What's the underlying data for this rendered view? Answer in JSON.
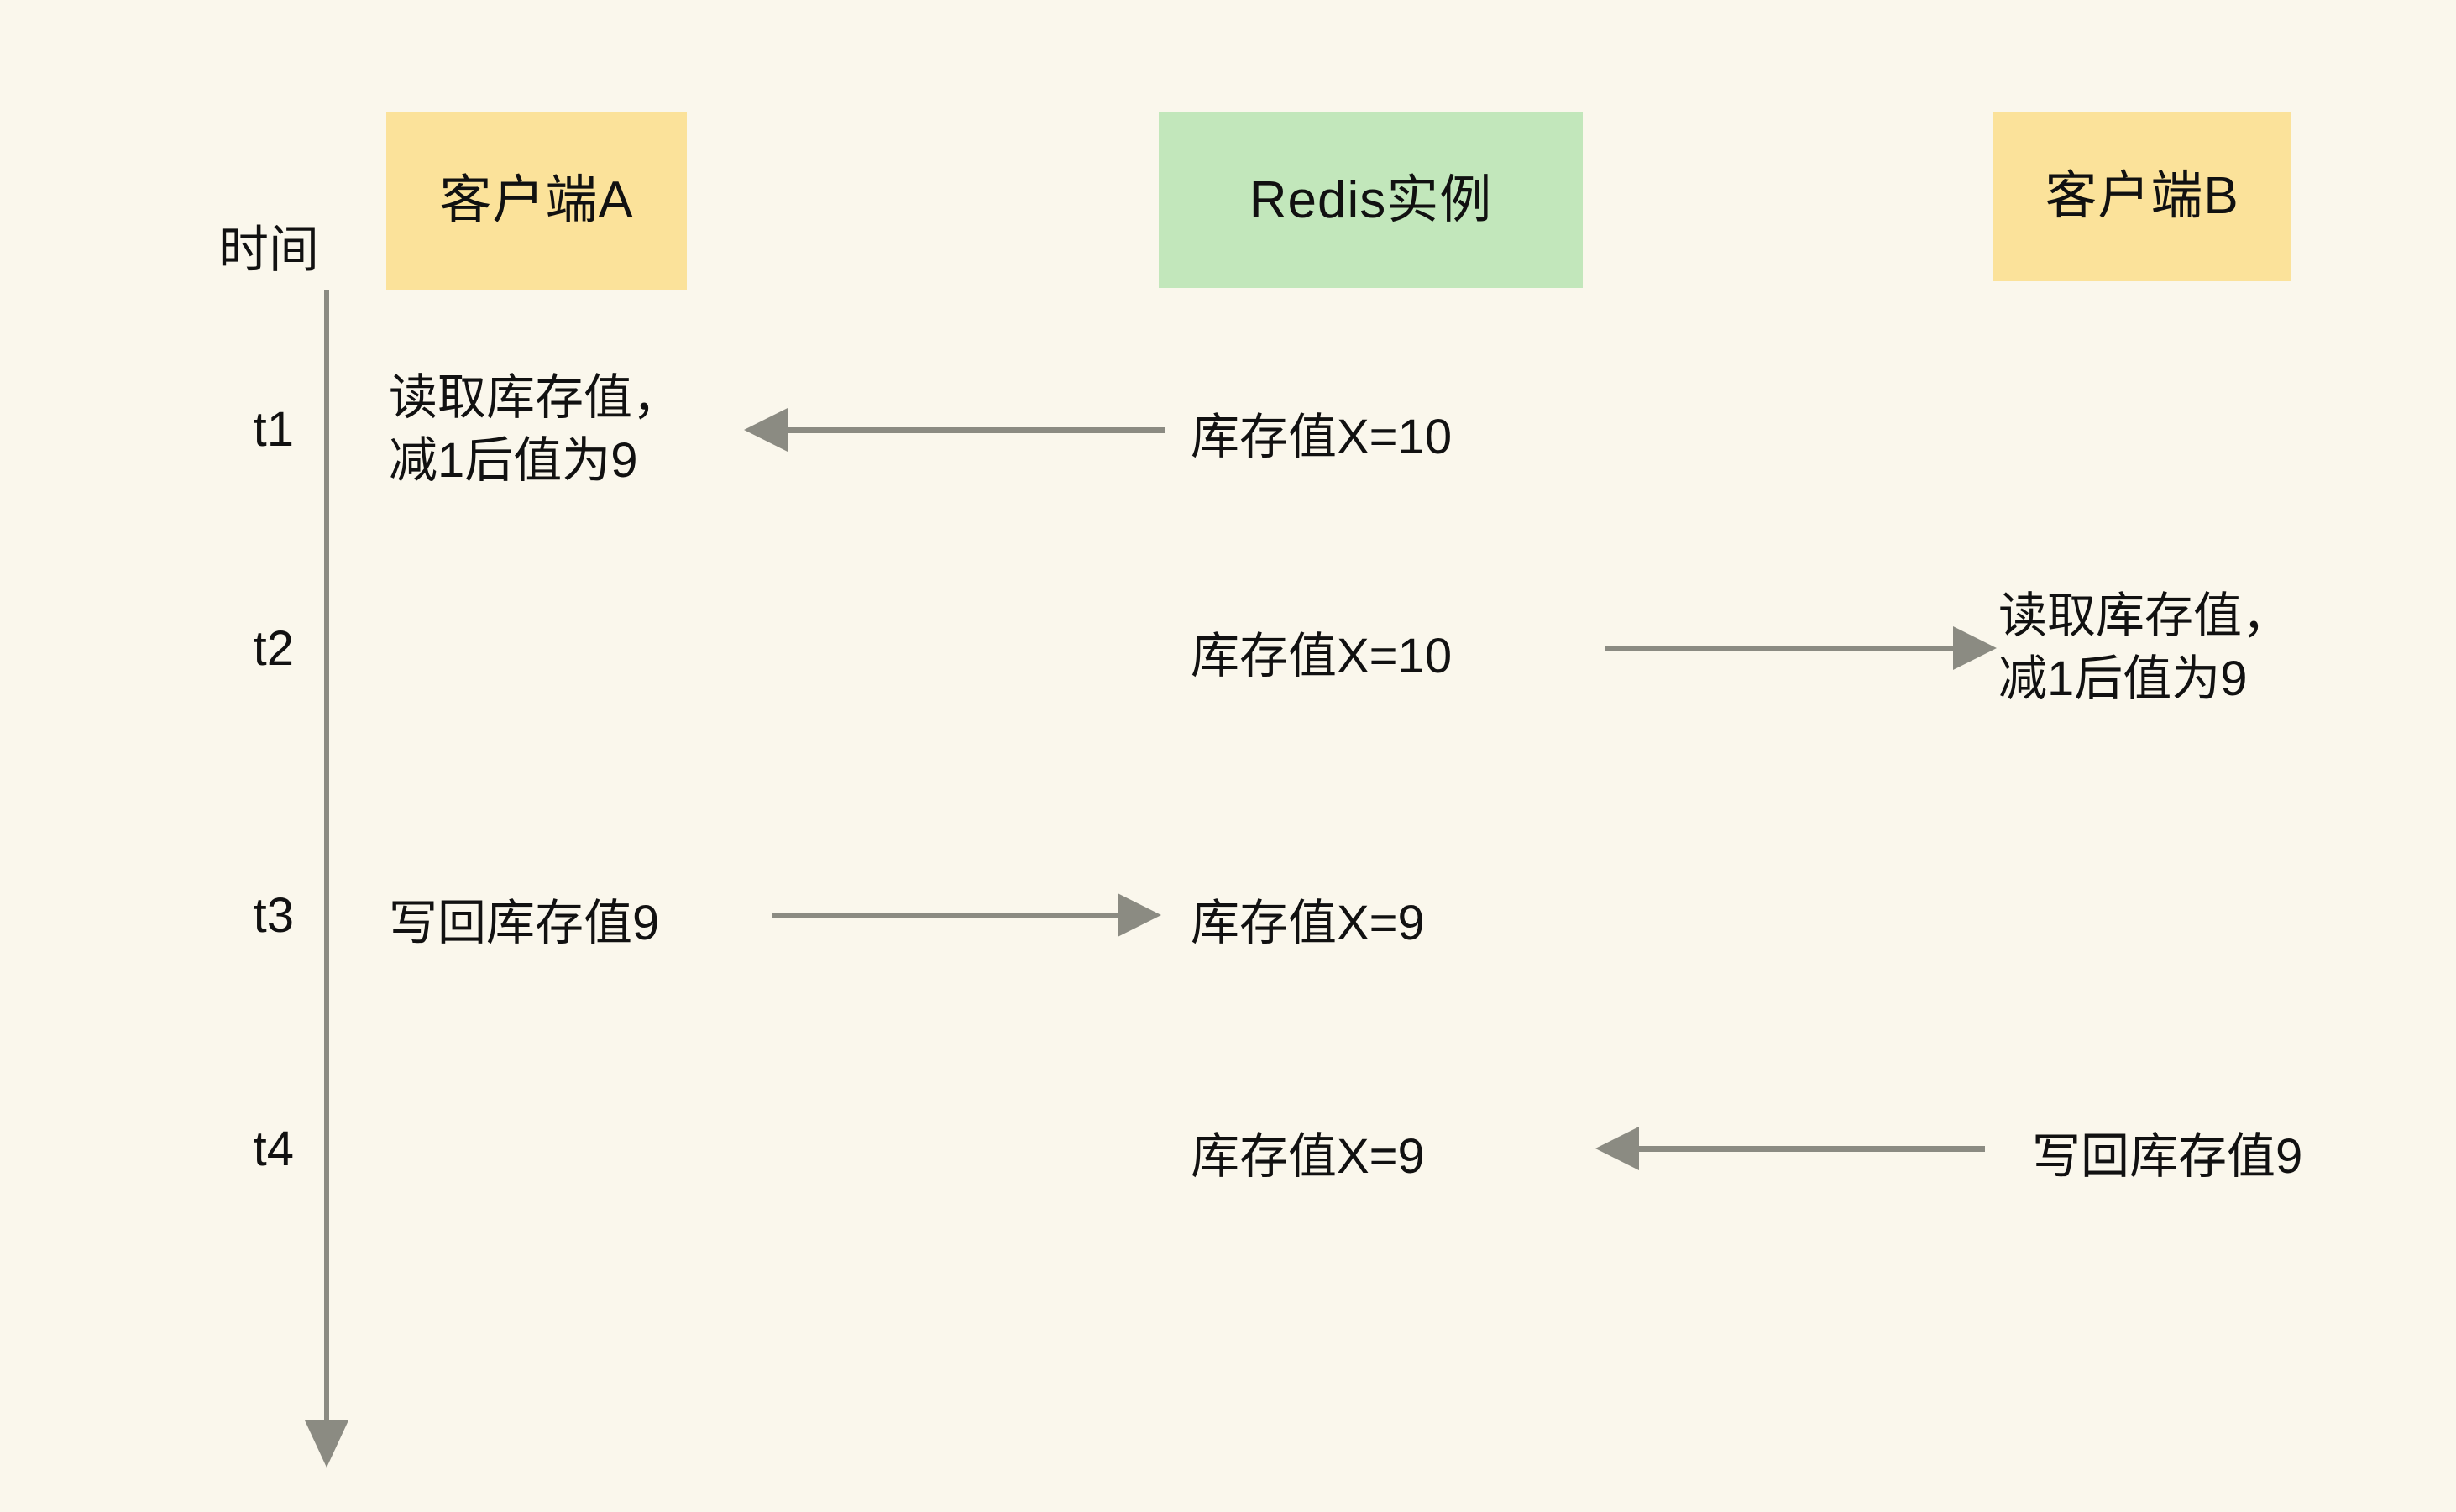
{
  "diagram": {
    "title_axis_label": "时间",
    "lanes": [
      {
        "id": "client-a",
        "label": "客户端A",
        "color": "#fbe29a"
      },
      {
        "id": "redis",
        "label": "Redis实例",
        "color": "#c2e7bb"
      },
      {
        "id": "client-b",
        "label": "客户端B",
        "color": "#fbe29a"
      }
    ],
    "axis": {
      "label": "时间",
      "direction": "down",
      "line_color": "#8b8b82"
    },
    "ticks": [
      {
        "id": "t1",
        "label": "t1"
      },
      {
        "id": "t2",
        "label": "t2"
      },
      {
        "id": "t3",
        "label": "t3"
      },
      {
        "id": "t4",
        "label": "t4"
      }
    ],
    "steps": [
      {
        "tick": "t1",
        "client_a_text": "读取库存值，\n减1后值为9",
        "redis_text": "库存值X=10",
        "client_b_text": "",
        "arrow": {
          "from": "redis",
          "to": "client-a",
          "direction": "left",
          "color": "#8b8b82"
        }
      },
      {
        "tick": "t2",
        "client_a_text": "",
        "redis_text": "库存值X=10",
        "client_b_text": "读取库存值，\n减1后值为9",
        "arrow": {
          "from": "redis",
          "to": "client-b",
          "direction": "right",
          "color": "#8b8b82"
        }
      },
      {
        "tick": "t3",
        "client_a_text": "写回库存值9",
        "redis_text": "库存值X=9",
        "client_b_text": "",
        "arrow": {
          "from": "client-a",
          "to": "redis",
          "direction": "right",
          "color": "#8b8b82"
        }
      },
      {
        "tick": "t4",
        "client_a_text": "",
        "redis_text": "库存值X=9",
        "client_b_text": "写回库存值9",
        "arrow": {
          "from": "client-b",
          "to": "redis",
          "direction": "left",
          "color": "#8b8b82"
        }
      }
    ]
  },
  "colors": {
    "background": "#faf7ec",
    "yellow_lane": "#fbe29a",
    "green_lane": "#c2e7bb",
    "arrow_gray": "#8b8b82",
    "text": "#111111"
  }
}
